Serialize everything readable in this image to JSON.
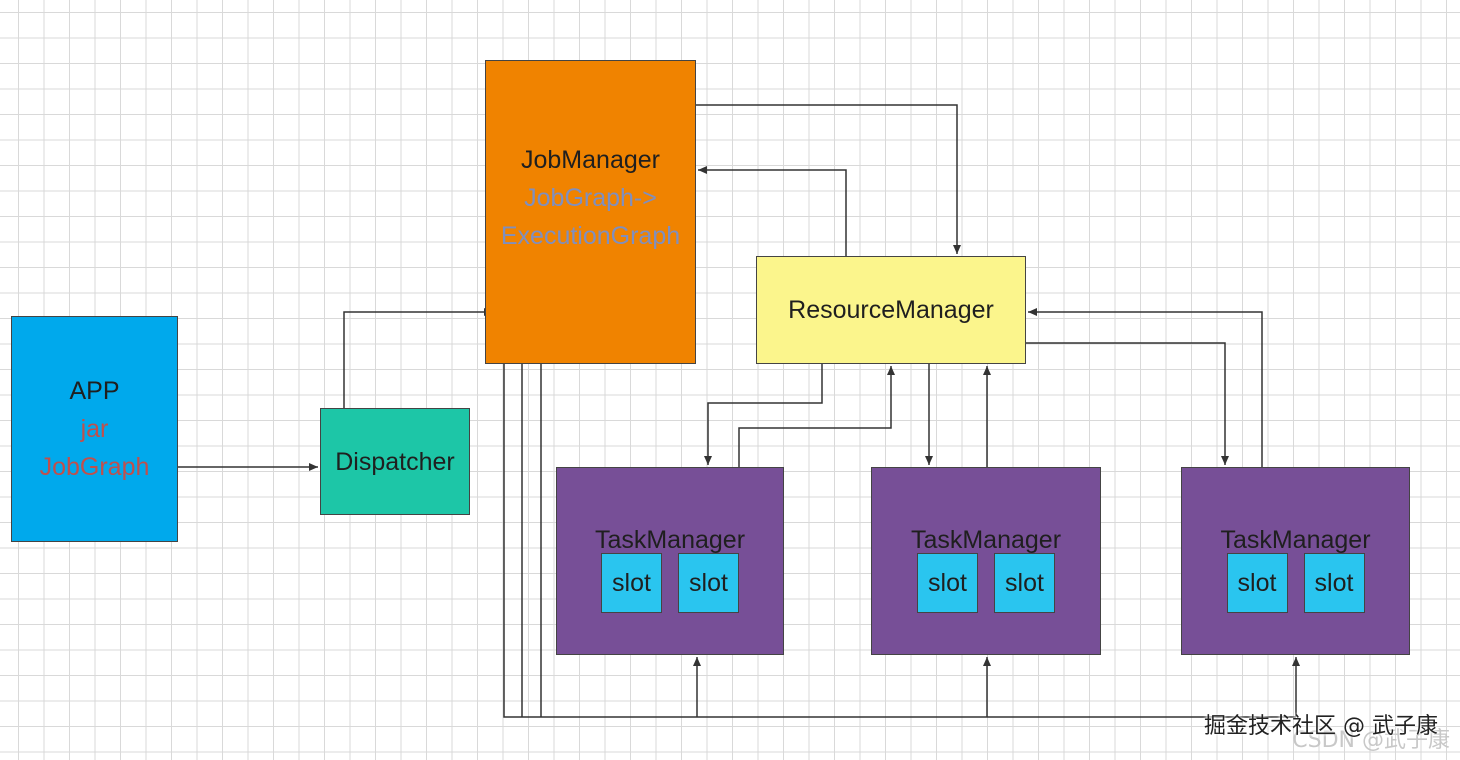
{
  "app": {
    "lines": [
      "APP",
      "jar",
      "JobGraph"
    ]
  },
  "dispatcher": {
    "label": "Dispatcher"
  },
  "jobmanager": {
    "lines": [
      "JobManager",
      "JobGraph->",
      "ExecutionGraph"
    ]
  },
  "resourcemanager": {
    "label": "ResourceManager"
  },
  "taskmanagers": [
    {
      "label": "TaskManager",
      "slots": [
        "slot",
        "slot"
      ]
    },
    {
      "label": "TaskManager",
      "slots": [
        "slot",
        "slot"
      ]
    },
    {
      "label": "TaskManager",
      "slots": [
        "slot",
        "slot"
      ]
    }
  ],
  "watermark": {
    "text": "掘金技术社区 @ 武子康",
    "sub": "CSDN @武子康"
  },
  "colors": {
    "app": "#00a9ec",
    "dispatcher": "#1dc6a7",
    "jobmanager": "#f08300",
    "resourcemanager": "#fbf58c",
    "taskmanager": "#774f97",
    "slot": "#2ac5ef",
    "red_text": "#c0504d",
    "blue_text": "#7f8fbf"
  }
}
